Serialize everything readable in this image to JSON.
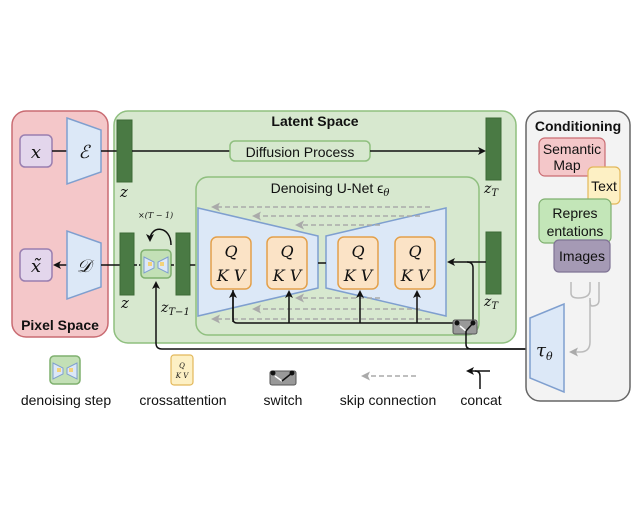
{
  "colors": {
    "pixel_space_fill": "#f4c7c9",
    "pixel_space_stroke": "#c96b72",
    "latent_space_fill": "#d7e8cf",
    "latent_space_stroke": "#8fbf7f",
    "latent_bar": "#4a7a44",
    "trapezoid_fill": "#dce8f7",
    "trapezoid_stroke": "#7f9fcf",
    "qkv_fill": "#fbe3c6",
    "qkv_stroke": "#e3a04a",
    "input_fill": "#e3d6ec",
    "input_stroke": "#9a7fb0",
    "conditioning_fill": "#f3f3f3",
    "conditioning_stroke": "#666666",
    "semantic_map_fill": "#f4c7c9",
    "text_fill": "#fdf0c4",
    "representations_fill": "#c3e6b8",
    "images_fill": "#a59ab5",
    "skip_arrow": "#aaaaaa",
    "switch_fill": "#999999"
  },
  "pixel_space": {
    "title": "Pixel Space",
    "input_symbol": "x",
    "output_symbol": "x̃",
    "encoder_symbol": "ℰ",
    "decoder_symbol": "𝒟"
  },
  "latent_space": {
    "title": "Latent Space",
    "diffusion_process_label": "Diffusion Process",
    "z_label": "z",
    "z_label_bottom": "z",
    "zT_label_top": "z",
    "zT_label_bottom": "z",
    "zT_sub": "T",
    "zT1_label": "z",
    "zT1_sub": "T−1",
    "repeat_label": "×(T − 1)",
    "unet": {
      "title": "Denoising U-Net ϵ",
      "title_sub": "θ",
      "qkv_blocks": [
        {
          "q": "Q",
          "kv": "K V"
        },
        {
          "q": "Q",
          "kv": "K V"
        },
        {
          "q": "Q",
          "kv": "K V"
        },
        {
          "q": "Q",
          "kv": "K V"
        }
      ]
    }
  },
  "conditioning": {
    "title": "Conditioning",
    "items": {
      "semantic_map_1": "Semantic",
      "semantic_map_2": "Map",
      "text": "Text",
      "representations_1": "Repres",
      "representations_2": "entations",
      "images": "Images"
    },
    "tau_symbol": "τ",
    "tau_sub": "θ"
  },
  "legend": [
    {
      "label": "denoising step"
    },
    {
      "label": "crossattention",
      "q": "Q",
      "kv": "K V"
    },
    {
      "label": "switch"
    },
    {
      "label": "skip connection"
    },
    {
      "label": "concat"
    }
  ]
}
